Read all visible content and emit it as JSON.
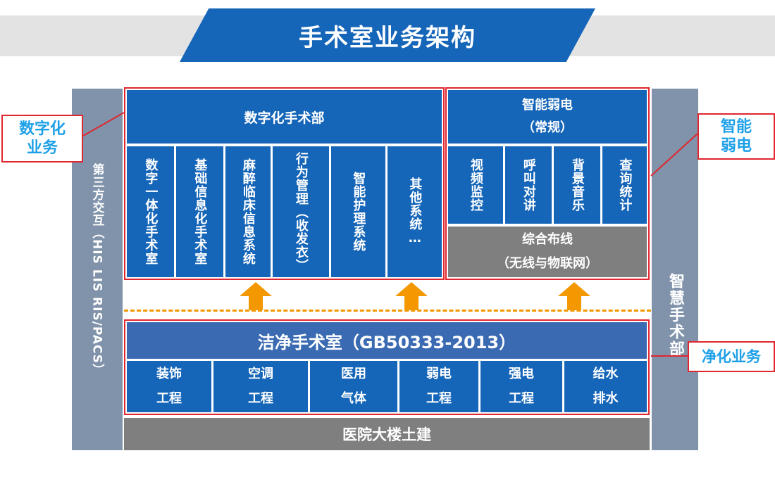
{
  "title": "手术室业务架构",
  "left_side_label": "第三方交互（HIS LIS RIS/PACS）",
  "right_side_label": "智慧手术部",
  "callouts": {
    "digital": [
      "数字化",
      "业务"
    ],
    "smart": [
      "智能",
      "弱电"
    ],
    "clean": "净化业务"
  },
  "digital": {
    "header": "数字化手术部",
    "modules": [
      "数字一体化手术室",
      "基础信息化手术室",
      "麻醉临床信息系统",
      "行为管理（收发衣）",
      "智能护理系统",
      "其他系统…"
    ]
  },
  "smart": {
    "header_line1": "智能弱电",
    "header_line2": "（常规）",
    "modules": [
      "视频监控",
      "呼叫对讲",
      "背景音乐",
      "查询统计"
    ],
    "wiring_line1": "综合布线",
    "wiring_line2": "（无线与物联网）"
  },
  "clean": {
    "header": "洁净手术室（GB50333-2013）",
    "modules": [
      {
        "line1": "装饰",
        "line2": "工程"
      },
      {
        "line1": "空调",
        "line2": "工程"
      },
      {
        "line1": "医用",
        "line2": "气体"
      },
      {
        "line1": "弱电",
        "line2": "工程"
      },
      {
        "line1": "强电",
        "line2": "工程"
      },
      {
        "line1": "给水",
        "line2": "排水"
      }
    ]
  },
  "base": "医院大楼土建",
  "colors": {
    "blue": "#1565b8",
    "red": "#e0262e",
    "orange": "#f39800",
    "cyan": "#1ea0e8",
    "gray": "#7f7f7f"
  }
}
